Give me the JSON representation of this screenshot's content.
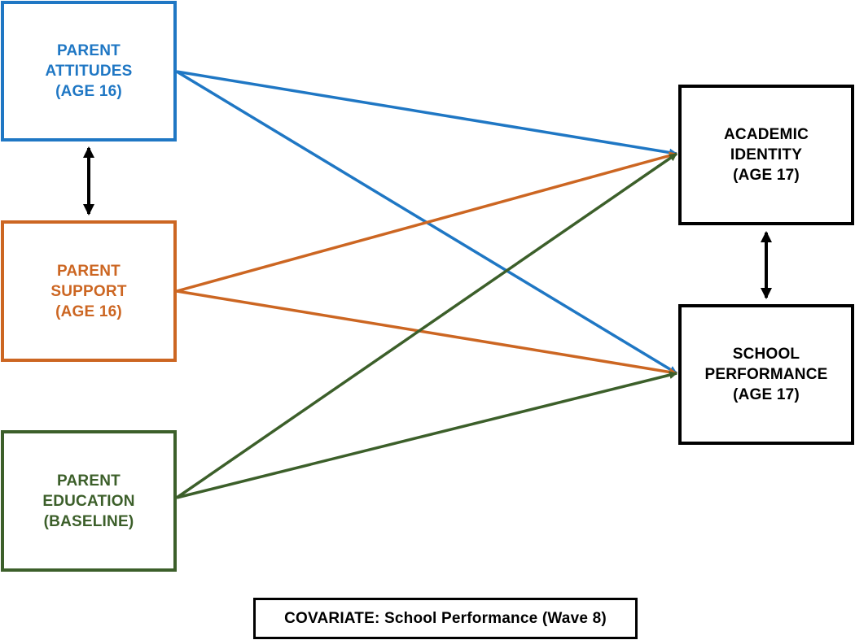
{
  "colors": {
    "attitudes": "#1f77c4",
    "support": "#cc6622",
    "education": "#3c5f2a",
    "outcome": "#000000"
  },
  "nodes": {
    "parent_attitudes": {
      "lines": [
        "PARENT",
        "ATTITUDES",
        "(AGE 16)"
      ]
    },
    "parent_support": {
      "lines": [
        "PARENT",
        "SUPPORT",
        "(AGE 16)"
      ]
    },
    "parent_education": {
      "lines": [
        "PARENT",
        "EDUCATION",
        "(BASELINE)"
      ]
    },
    "academic_identity": {
      "lines": [
        "ACADEMIC",
        "IDENTITY",
        "(AGE 17)"
      ]
    },
    "school_performance": {
      "lines": [
        "SCHOOL",
        "PERFORMANCE",
        "(AGE 17)"
      ]
    }
  },
  "covariate": {
    "label": "COVARIATE:",
    "text": "School Performance (Wave 8)"
  },
  "edges": [
    {
      "from": "parent_attitudes",
      "to": "academic_identity",
      "color": "attitudes",
      "type": "directed"
    },
    {
      "from": "parent_attitudes",
      "to": "school_performance",
      "color": "attitudes",
      "type": "directed"
    },
    {
      "from": "parent_support",
      "to": "academic_identity",
      "color": "support",
      "type": "directed"
    },
    {
      "from": "parent_support",
      "to": "school_performance",
      "color": "support",
      "type": "directed"
    },
    {
      "from": "parent_education",
      "to": "academic_identity",
      "color": "education",
      "type": "directed"
    },
    {
      "from": "parent_education",
      "to": "school_performance",
      "color": "education",
      "type": "directed"
    },
    {
      "from": "parent_attitudes",
      "to": "parent_support",
      "color": "outcome",
      "type": "bidirectional"
    },
    {
      "from": "academic_identity",
      "to": "school_performance",
      "color": "outcome",
      "type": "bidirectional"
    }
  ]
}
